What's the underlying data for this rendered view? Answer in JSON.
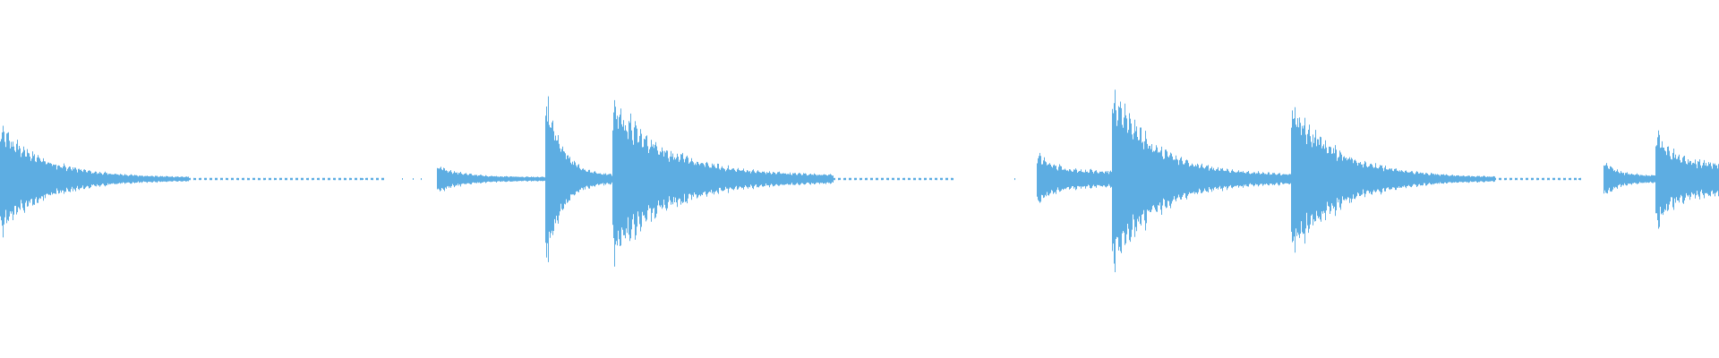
{
  "waveform": {
    "color": "#5dade2",
    "background": "#ffffff",
    "amplitude_scale": 1.0,
    "events": [
      {
        "start": 0.0,
        "end": 0.11,
        "peak": 0.28,
        "decay": 0.03,
        "trail": 0.115
      },
      {
        "start": 0.254,
        "end": 0.318,
        "peak": 0.07,
        "decay": 0.15,
        "trail": 0.02
      },
      {
        "start": 0.317,
        "end": 0.356,
        "peak": 0.46,
        "decay": 0.04,
        "trail": 0.08
      },
      {
        "start": 0.356,
        "end": 0.485,
        "peak": 0.42,
        "decay": 0.045,
        "trail": 0.07
      },
      {
        "start": 0.603,
        "end": 0.647,
        "peak": 0.14,
        "decay": 0.3,
        "trail": 0.05
      },
      {
        "start": 0.647,
        "end": 0.751,
        "peak": 0.48,
        "decay": 0.045,
        "trail": 0.06
      },
      {
        "start": 0.751,
        "end": 0.87,
        "peak": 0.4,
        "decay": 0.02,
        "trail": 0.05
      },
      {
        "start": 0.933,
        "end": 0.963,
        "peak": 0.1,
        "decay": 0.2,
        "trail": 0.08
      },
      {
        "start": 0.963,
        "end": 1.0,
        "peak": 0.28,
        "decay": 0.3,
        "trail": 0.2
      }
    ],
    "sparse_ticks": [
      0.188,
      0.211,
      0.234,
      0.24,
      0.245,
      0.59,
      0.918
    ]
  }
}
